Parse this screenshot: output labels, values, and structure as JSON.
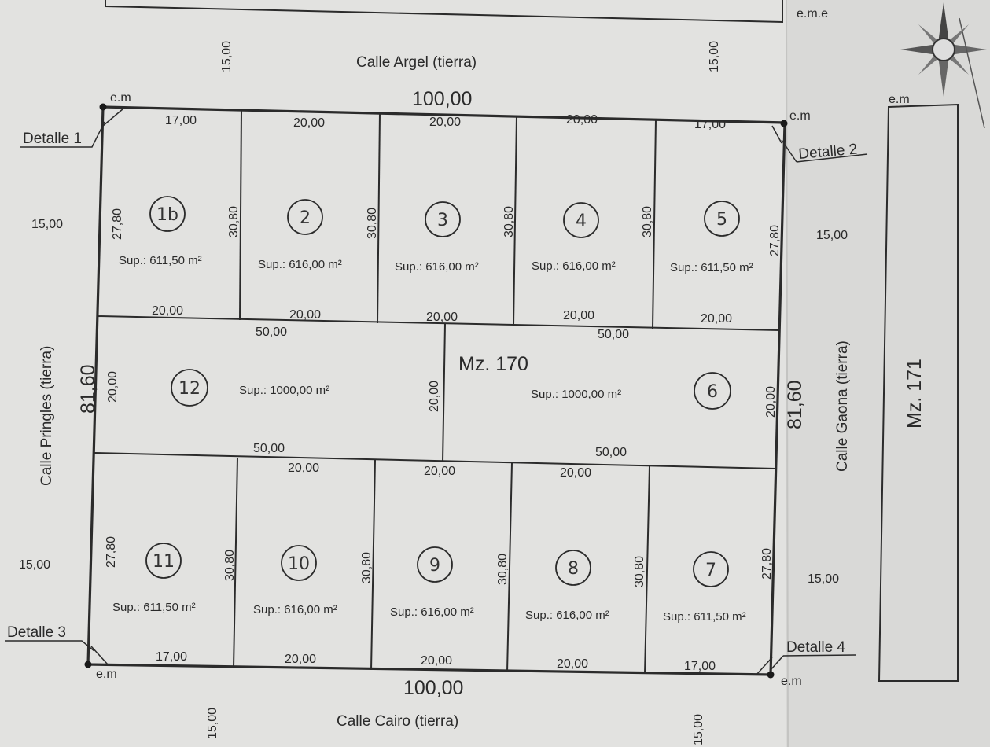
{
  "manzana": "Mz. 170",
  "manzana_vecina": "Mz. 171",
  "streets": {
    "north": "Calle Argel (tierra)",
    "south": "Calle Cairo  (tierra)",
    "west": "Calle Pringles (tierra)",
    "east": "Calle Gaona (tierra)"
  },
  "street_widths": [
    "15,00",
    "15,00",
    "15,00",
    "15,00",
    "15,00",
    "15,00",
    "15,00",
    "15,00"
  ],
  "totals": {
    "top": "100,00",
    "bottom": "100,00",
    "left": "81,60",
    "right": "81,60"
  },
  "markers": {
    "em_nw": "e.m",
    "em_ne": "e.m",
    "em_sw": "e.m",
    "em_se": "e.m",
    "em_far": "e.m",
    "eme_top": "e.m.e"
  },
  "details": [
    "Detalle 1",
    "Detalle 2",
    "Detalle 3",
    "Detalle 4"
  ],
  "lots": [
    {
      "num": "1b",
      "sup": "Sup.: 611,50 m²"
    },
    {
      "num": "2",
      "sup": "Sup.: 616,00 m²"
    },
    {
      "num": "3",
      "sup": "Sup.: 616,00 m²"
    },
    {
      "num": "4",
      "sup": "Sup.: 616,00 m²"
    },
    {
      "num": "5",
      "sup": "Sup.: 611,50 m²"
    },
    {
      "num": "6",
      "sup": "Sup.: 1000,00 m²"
    },
    {
      "num": "7",
      "sup": "Sup.: 611,50 m²"
    },
    {
      "num": "8",
      "sup": "Sup.: 616,00 m²"
    },
    {
      "num": "9",
      "sup": "Sup.: 616,00 m²"
    },
    {
      "num": "10",
      "sup": "Sup.: 616,00 m²"
    },
    {
      "num": "11",
      "sup": "Sup.: 611,50 m²"
    },
    {
      "num": "12",
      "sup": "Sup.: 1000,00 m²"
    }
  ],
  "dims": {
    "top_row_top": [
      "17,00",
      "20,00",
      "20,00",
      "20,00",
      "17,00"
    ],
    "top_row_bottom": [
      "20,00",
      "20,00",
      "20,00",
      "20,00",
      "20,00"
    ],
    "top_row_sides": [
      "27,80",
      "30,80",
      "30,80",
      "30,80",
      "30,80",
      "27,80"
    ],
    "middle_top": [
      "50,00",
      "50,00"
    ],
    "middle_bottom": [
      "50,00",
      "50,00"
    ],
    "middle_sides": [
      "20,00",
      "20,00",
      "20,00"
    ],
    "bottom_row_top": [
      "20,00",
      "20,00",
      "20,00"
    ],
    "bottom_row_bottom": [
      "17,00",
      "20,00",
      "20,00",
      "20,00",
      "17,00"
    ],
    "bottom_row_sides": [
      "27,80",
      "30,80",
      "30,80",
      "30,80",
      "30,80",
      "27,80"
    ]
  }
}
